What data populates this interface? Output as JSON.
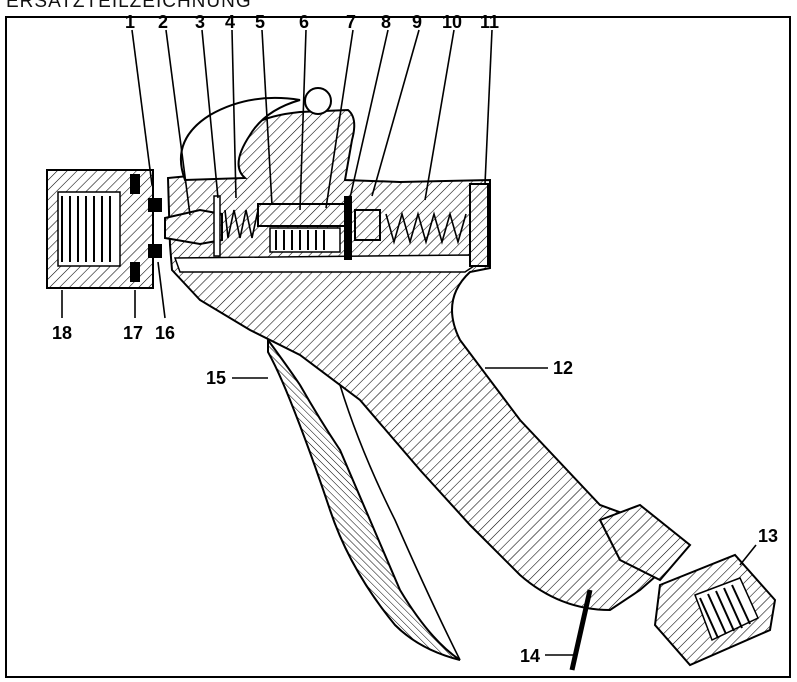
{
  "header": {
    "title": "ERSATZTEILZEICHNUNG"
  },
  "diagram": {
    "callouts": [
      {
        "id": "1",
        "label": "1"
      },
      {
        "id": "2",
        "label": "2"
      },
      {
        "id": "3",
        "label": "3"
      },
      {
        "id": "4",
        "label": "4"
      },
      {
        "id": "5",
        "label": "5"
      },
      {
        "id": "6",
        "label": "6"
      },
      {
        "id": "7",
        "label": "7"
      },
      {
        "id": "8",
        "label": "8"
      },
      {
        "id": "9",
        "label": "9"
      },
      {
        "id": "10",
        "label": "10"
      },
      {
        "id": "11",
        "label": "11"
      },
      {
        "id": "12",
        "label": "12"
      },
      {
        "id": "13",
        "label": "13"
      },
      {
        "id": "14",
        "label": "14"
      },
      {
        "id": "15",
        "label": "15"
      },
      {
        "id": "16",
        "label": "16"
      },
      {
        "id": "17",
        "label": "17"
      },
      {
        "id": "18",
        "label": "18"
      }
    ]
  }
}
